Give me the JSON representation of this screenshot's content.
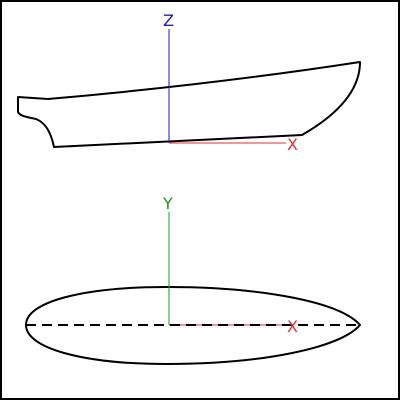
{
  "side_view": {
    "axis_vertical_label": "Z",
    "axis_horizontal_label": "X"
  },
  "top_view": {
    "axis_vertical_label": "Y",
    "axis_horizontal_label": "X"
  },
  "colors": {
    "outline": "#000000",
    "axis_x": "#e03030",
    "axis_z": "#1a1acc",
    "axis_y": "#1a9a1a",
    "background": "#ffffff"
  }
}
